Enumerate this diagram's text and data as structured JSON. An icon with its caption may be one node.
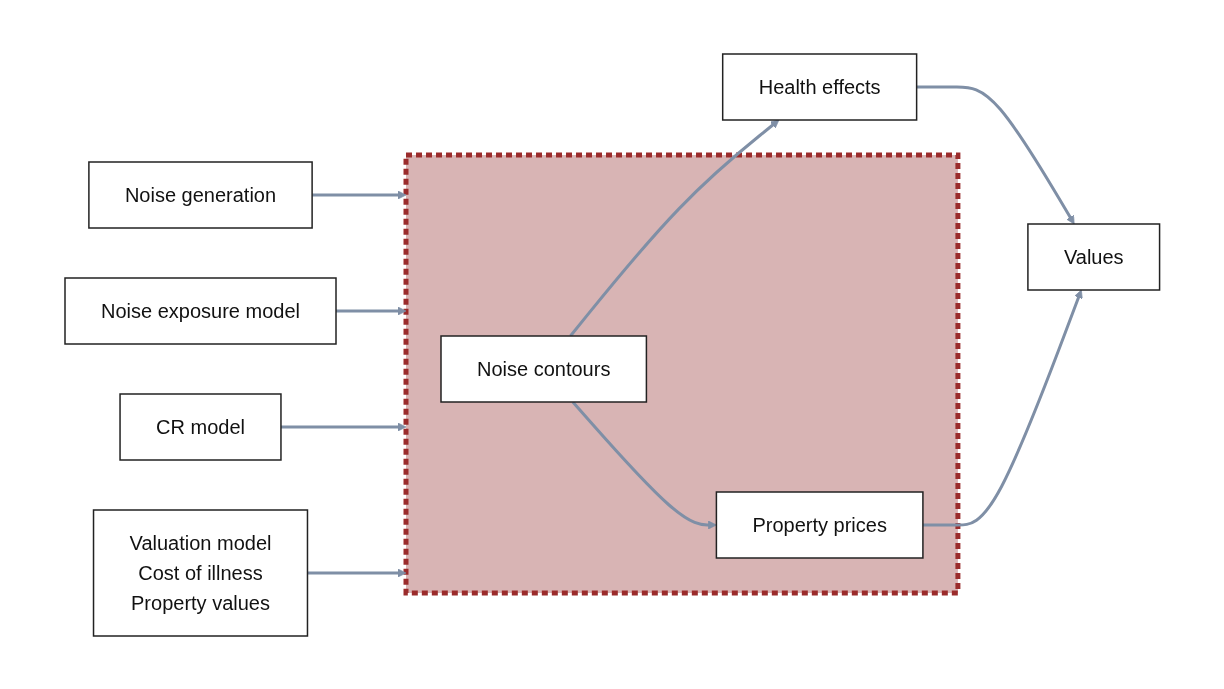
{
  "diagram": {
    "nodes": [
      {
        "text": [
          "Health effects"
        ]
      },
      {
        "text": [
          "Noise generation"
        ]
      },
      {
        "text": [],
        "shape": "box"
      },
      {
        "text": [
          "Noise contours"
        ],
        "in": 2
      },
      {
        "text": [
          "Values"
        ]
      },
      {
        "text": [
          "Property prices"
        ],
        "in": 2
      },
      {
        "text": [
          "Noise exposure model"
        ]
      },
      {
        "text": [
          "CR model"
        ]
      },
      {
        "text": [
          "Valuation model",
          "Cost of illness",
          "Property values"
        ]
      }
    ],
    "edges": [
      {
        "from": 1,
        "to": 2,
        "arrow": "to"
      },
      {
        "from": 3,
        "to": 0,
        "arrow": "to"
      },
      {
        "from": 3,
        "to": 5,
        "arrow": "to"
      },
      {
        "from": 0,
        "to": 4,
        "arrow": "to"
      },
      {
        "from": 5,
        "to": 4,
        "arrow": "to"
      },
      {
        "from": 6,
        "to": 2,
        "arrow": "to"
      },
      {
        "from": 7,
        "to": 2,
        "arrow": "to"
      },
      {
        "from": 8,
        "to": 2,
        "arrow": "to"
      }
    ]
  }
}
